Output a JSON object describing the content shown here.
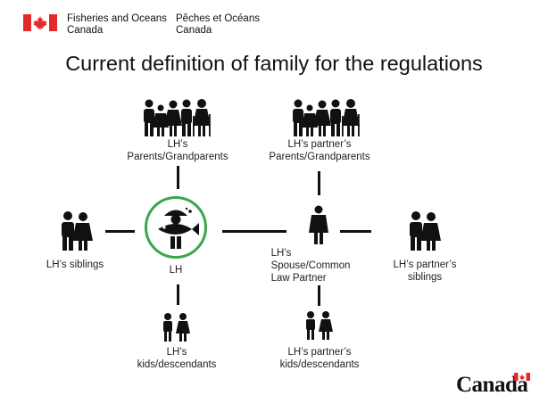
{
  "header": {
    "dept_en_line1": "Fisheries and Oceans",
    "dept_en_line2": "Canada",
    "dept_fr_line1": "Pêches et Océans",
    "dept_fr_line2": "Canada"
  },
  "title": "Current definition of family for the regulations",
  "nodes": {
    "lh": "LH",
    "lh_parents_line1": "LH’s",
    "lh_parents_line2": "Parents/Grandparents",
    "lh_siblings": "LH’s siblings",
    "lh_kids_line1": "LH’s",
    "lh_kids_line2": "kids/descendants",
    "partner_parents_line1": "LH’s  partner’s",
    "partner_parents_line2": "Parents/Grandparents",
    "spouse_line1": "LH’s",
    "spouse_line2": "Spouse/Common",
    "spouse_line3": "Law Partner",
    "partner_siblings_line1": "LH’s partner’s",
    "partner_siblings_line2": "siblings",
    "partner_kids_line1": "LH’s partner’s",
    "partner_kids_line2": "kids/descendants"
  },
  "icons": {
    "parents": "family-elders-icon",
    "siblings": "couple-icon",
    "kids": "children-icon",
    "person": "person-icon",
    "fisher": "fish-harvester-icon",
    "flag": "canada-flag-icon"
  },
  "colors": {
    "lh_ring": "#3aa64a",
    "flag_red": "#e32b2b"
  },
  "wordmark": "Canada"
}
